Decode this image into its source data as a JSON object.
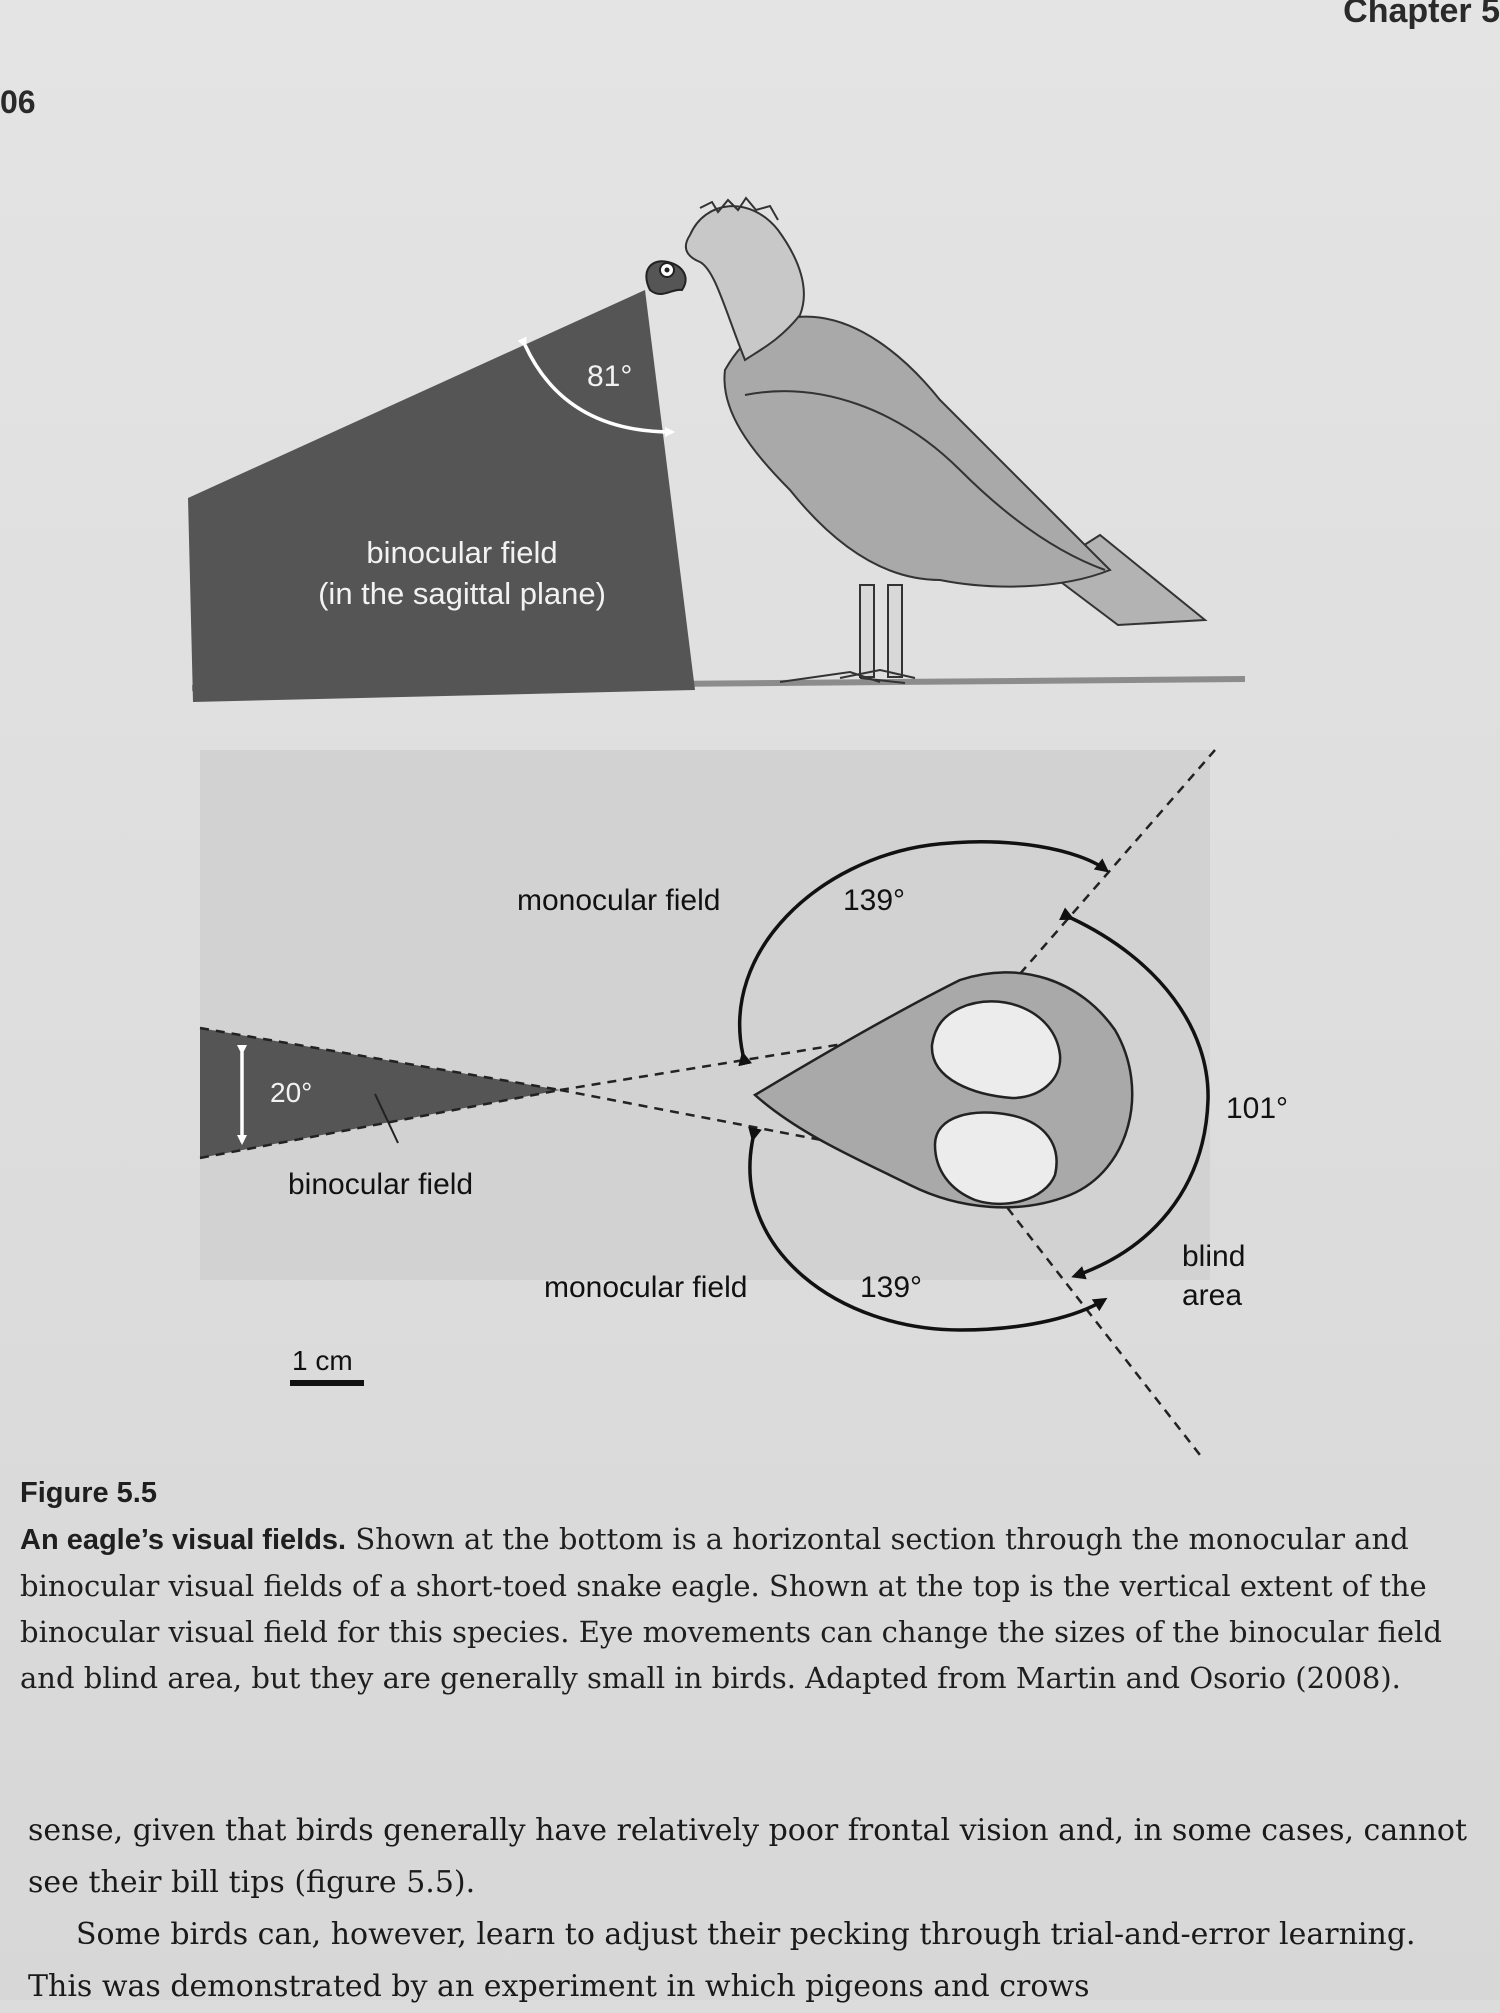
{
  "header": {
    "running_head": "Chapter 5",
    "page_number": "06"
  },
  "figure": {
    "top": {
      "angle_label": "81°",
      "field_label_line1": "binocular field",
      "field_label_line2": "(in the sagittal plane)"
    },
    "bottom": {
      "binocular_angle": "20°",
      "binocular_label": "binocular field",
      "monocular_label_upper": "monocular field",
      "monocular_angle_upper": "139°",
      "monocular_label_lower": "monocular field",
      "monocular_angle_lower": "139°",
      "blind_angle": "101°",
      "blind_label_line1": "blind",
      "blind_label_line2": "area",
      "scale_label": "1 cm"
    }
  },
  "caption": {
    "figure_number": "Figure 5.5",
    "title": "An eagle’s visual fields.",
    "text": " Shown at the bottom is a horizontal section through the monocular and binocular visual fields of a short-toed snake eagle. Shown at the top is the vertical extent of the binocular visual field for this species. Eye movements can change the sizes of the binocular field and blind area, but they are generally small in birds. Adapted from Martin and Osorio (2008)."
  },
  "body": {
    "para1": "sense, given that birds generally have relatively poor frontal vision and, in some cases, cannot see their bill tips (figure 5.5).",
    "para2": "Some birds can, however, learn to adjust their pecking through trial-and-error learning. This was demonstrated by an experiment in which pigeons and crows"
  },
  "colors": {
    "dark_field": "#555555",
    "bird_body": "#a9a9a9",
    "bird_head": "#c8c8c8",
    "panel": "#d2d2d2"
  }
}
